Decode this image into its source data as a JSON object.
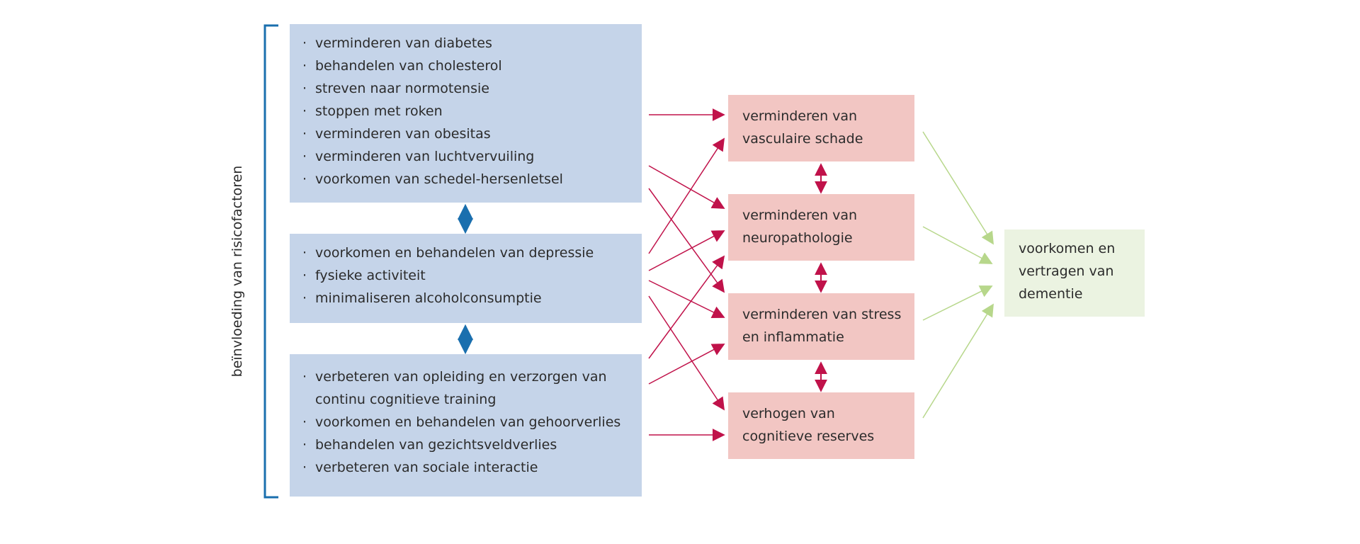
{
  "side_label": "beïnvloeding van risicofactoren",
  "blue_boxes": [
    {
      "items": [
        [
          "verminderen van diabetes"
        ],
        [
          "behandelen van cholesterol"
        ],
        [
          "streven naar normotensie"
        ],
        [
          "stoppen met roken"
        ],
        [
          "verminderen van obesitas"
        ],
        [
          "verminderen van luchtvervuiling"
        ],
        [
          "voorkomen van schedel-hersenletsel"
        ]
      ]
    },
    {
      "items": [
        [
          "voorkomen en behandelen van depressie"
        ],
        [
          "fysieke activiteit"
        ],
        [
          "minimaliseren alcoholconsumptie"
        ]
      ]
    },
    {
      "items": [
        [
          "verbeteren van opleiding en verzorgen van",
          "continu cognitieve training"
        ],
        [
          "voorkomen en behandelen van gehoorverlies"
        ],
        [
          "behandelen van gezichtsveldverlies"
        ],
        [
          "verbeteren van sociale interactie"
        ]
      ]
    }
  ],
  "pink_boxes": [
    {
      "lines": [
        "verminderen van",
        "vasculaire schade"
      ]
    },
    {
      "lines": [
        "verminderen van",
        "neuropathologie"
      ]
    },
    {
      "lines": [
        "verminderen van stress",
        "en inflammatie"
      ]
    },
    {
      "lines": [
        "verhogen van",
        "cognitieve reserves"
      ]
    }
  ],
  "green_box": {
    "lines": [
      "voorkomen en",
      "vertragen van",
      "dementie"
    ]
  },
  "colors": {
    "blue_box": "#c5d4e9",
    "pink_box": "#f2c6c3",
    "green_box": "#ebf3e1",
    "bracket": "#1a6fae",
    "red_arrow": "#c0124a",
    "green_arrow": "#b7d78b"
  }
}
